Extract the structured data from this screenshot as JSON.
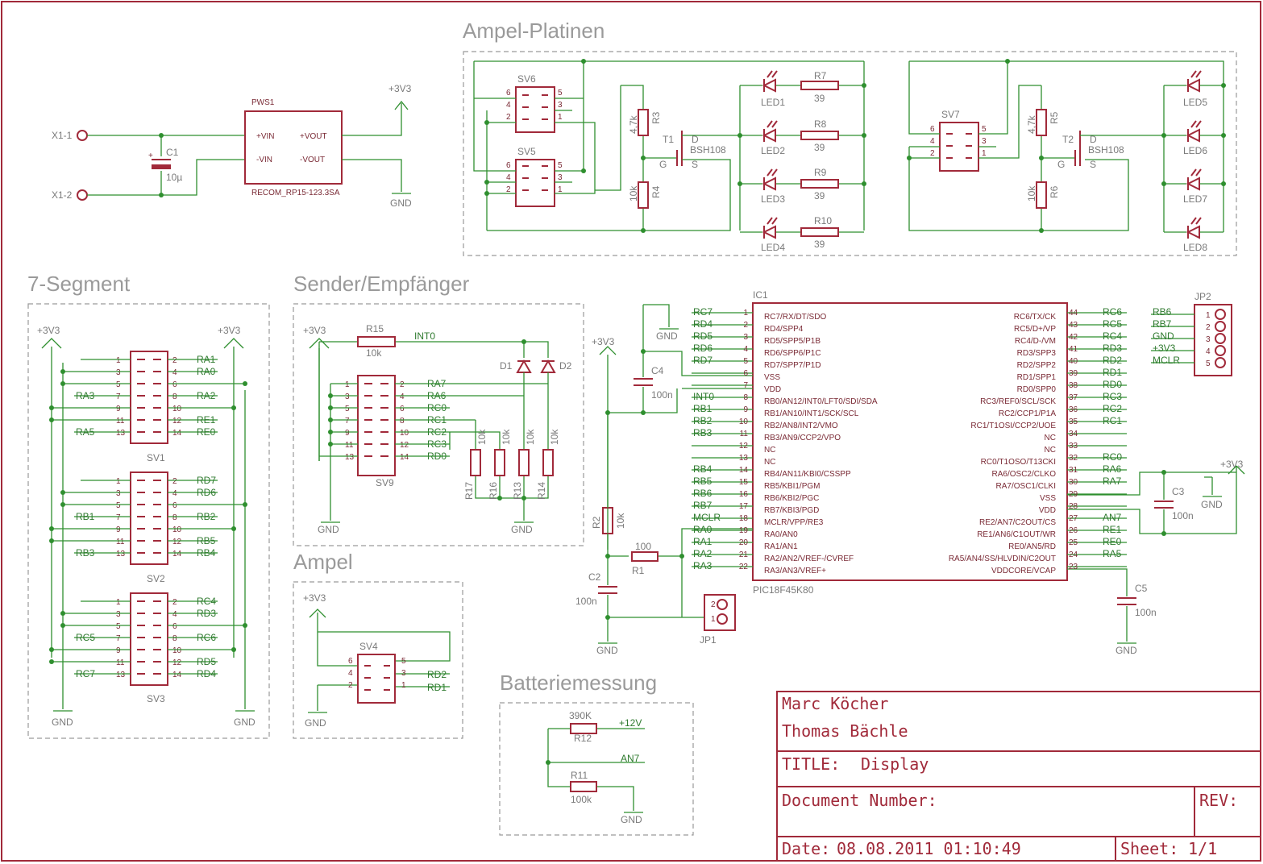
{
  "sections": {
    "ampel_platinen": "Ampel-Platinen",
    "seven_segment": "7-Segment",
    "sender_empfaenger": "Sender/Empfänger",
    "ampel": "Ampel",
    "batteriemessung": "Batteriemessung"
  },
  "power": {
    "x1_1": "X1-1",
    "x1_2": "X1-2",
    "c1": "C1",
    "c1_val": "10µ",
    "pws1": "PWS1",
    "vin_p": "+VIN",
    "vin_n": "-VIN",
    "vout_p": "+VOUT",
    "vout_n": "-VOUT",
    "pws1_part": "RECOM_RP15-123.3SA",
    "v33": "+3V3",
    "gnd": "GND"
  },
  "ampel_boards": {
    "sv6": "SV6",
    "sv5": "SV5",
    "sv7": "SV7",
    "r3": "R3",
    "r3_val": "4,7k",
    "r4": "R4",
    "r4_val": "10k",
    "r5": "R5",
    "r5_val": "4,7k",
    "r6": "R6",
    "r6_val": "10k",
    "t1": "T1",
    "t2": "T2",
    "bsh": "BSH108",
    "d": "D",
    "g": "G",
    "s": "S",
    "leds": [
      "LED1",
      "LED2",
      "LED3",
      "LED4",
      "LED5",
      "LED6",
      "LED7",
      "LED8"
    ],
    "resistors": [
      "R7",
      "R8",
      "R9",
      "R10"
    ],
    "r39": "39"
  },
  "seven_seg": {
    "v33": "+3V3",
    "gnd": "GND",
    "sv1": "SV1",
    "sv2": "SV2",
    "sv3": "SV3",
    "sv1_nets": [
      "RA1",
      "RA0",
      "RA3",
      "RA2",
      "RE1",
      "RA5",
      "RE0"
    ],
    "sv2_nets": [
      "RD7",
      "RD6",
      "RB1",
      "RB2",
      "RB5",
      "RB3",
      "RB4"
    ],
    "sv3_nets": [
      "RC4",
      "RD3",
      "RC5",
      "RC6",
      "RD5",
      "RC7",
      "RD4"
    ]
  },
  "sender": {
    "v33": "+3V3",
    "gnd": "GND",
    "r15": "R15",
    "r15_val": "10k",
    "int0": "INT0",
    "d1": "D1",
    "d2": "D2",
    "sv9": "SV9",
    "nets": [
      "RA7",
      "RA6",
      "RC0",
      "RC1",
      "RC2",
      "RC3",
      "RD0"
    ],
    "res": [
      "R17",
      "R16",
      "R13",
      "R14"
    ],
    "res_val": "10k"
  },
  "ampel": {
    "v33": "+3V3",
    "gnd": "GND",
    "sv4": "SV4",
    "rd2": "RD2",
    "rd1": "RD1"
  },
  "battery": {
    "r12_val": "390K",
    "r12": "R12",
    "v12": "+12V",
    "an7": "AN7",
    "r11": "R11",
    "r11_val": "100k",
    "gnd": "GND"
  },
  "mcu": {
    "ic1": "IC1",
    "part": "PIC18F45K80",
    "v33": "+3V3",
    "gnd": "GND",
    "c4": "C4",
    "c4_val": "100n",
    "c2": "C2",
    "c2_val": "100n",
    "c3": "C3",
    "c3_val": "100n",
    "c5": "C5",
    "c5_val": "100n",
    "r2": "R2",
    "r2_val": "10k",
    "r1": "R1",
    "r1_val": "100",
    "jp1": "JP1",
    "jp2": "JP2",
    "left_pins": [
      {
        "n": "1",
        "name": "RC7/RX/DT/SDO",
        "net": "RC7"
      },
      {
        "n": "2",
        "name": "RD4/SPP4",
        "net": "RD4"
      },
      {
        "n": "3",
        "name": "RD5/SPP5/P1B",
        "net": "RD5"
      },
      {
        "n": "4",
        "name": "RD6/SPP6/P1C",
        "net": "RD6"
      },
      {
        "n": "5",
        "name": "RD7/SPP7/P1D",
        "net": "RD7"
      },
      {
        "n": "6",
        "name": "VSS",
        "net": ""
      },
      {
        "n": "7",
        "name": "VDD",
        "net": ""
      },
      {
        "n": "8",
        "name": "RB0/AN12/INT0/LFT0/SDI/SDA",
        "net": "INT0"
      },
      {
        "n": "9",
        "name": "RB1/AN10/INT1/SCK/SCL",
        "net": "RB1"
      },
      {
        "n": "10",
        "name": "RB2/AN8/INT2/VMO",
        "net": "RB2"
      },
      {
        "n": "11",
        "name": "RB3/AN9/CCP2/VPO",
        "net": "RB3"
      },
      {
        "n": "12",
        "name": "NC",
        "net": ""
      },
      {
        "n": "13",
        "name": "NC",
        "net": ""
      },
      {
        "n": "14",
        "name": "RB4/AN11/KBI0/CSSPP",
        "net": "RB4"
      },
      {
        "n": "15",
        "name": "RB5/KBI1/PGM",
        "net": "RB5"
      },
      {
        "n": "16",
        "name": "RB6/KBI2/PGC",
        "net": "RB6"
      },
      {
        "n": "17",
        "name": "RB7/KBI3/PGD",
        "net": "RB7"
      },
      {
        "n": "18",
        "name": "MCLR/VPP/RE3",
        "net": "MCLR"
      },
      {
        "n": "19",
        "name": "RA0/AN0",
        "net": "RA0"
      },
      {
        "n": "20",
        "name": "RA1/AN1",
        "net": "RA1"
      },
      {
        "n": "21",
        "name": "RA2/AN2/VREF-/CVREF",
        "net": "RA2"
      },
      {
        "n": "22",
        "name": "RA3/AN3/VREF+",
        "net": "RA3"
      }
    ],
    "right_pins": [
      {
        "n": "44",
        "name": "RC6/TX/CK",
        "net": "RC6"
      },
      {
        "n": "43",
        "name": "RC5/D+/VP",
        "net": "RC5"
      },
      {
        "n": "42",
        "name": "RC4/D-/VM",
        "net": "RC4"
      },
      {
        "n": "41",
        "name": "RD3/SPP3",
        "net": "RD3"
      },
      {
        "n": "40",
        "name": "RD2/SPP2",
        "net": "RD2"
      },
      {
        "n": "39",
        "name": "RD1/SPP1",
        "net": "RD1"
      },
      {
        "n": "38",
        "name": "RD0/SPP0",
        "net": "RD0"
      },
      {
        "n": "37",
        "name": "RC3/REF0/SCL/SCK",
        "net": "RC3"
      },
      {
        "n": "36",
        "name": "RC2/CCP1/P1A",
        "net": "RC2"
      },
      {
        "n": "35",
        "name": "RC1/T1OSI/CCP2/UOE",
        "net": "RC1"
      },
      {
        "n": "34",
        "name": "NC",
        "net": ""
      },
      {
        "n": "33",
        "name": "NC",
        "net": ""
      },
      {
        "n": "32",
        "name": "RC0/T1OSO/T13CKI",
        "net": "RC0"
      },
      {
        "n": "31",
        "name": "RA6/OSC2/CLKO",
        "net": "RA6"
      },
      {
        "n": "30",
        "name": "RA7/OSC1/CLKI",
        "net": "RA7"
      },
      {
        "n": "29",
        "name": "VSS",
        "net": ""
      },
      {
        "n": "28",
        "name": "VDD",
        "net": ""
      },
      {
        "n": "27",
        "name": "RE2/AN7/C2OUT/CS",
        "net": "AN7"
      },
      {
        "n": "26",
        "name": "RE1/AN6/C1OUT/WR",
        "net": "RE1"
      },
      {
        "n": "25",
        "name": "RE0/AN5/RD",
        "net": "RE0"
      },
      {
        "n": "24",
        "name": "RA5/AN4/SS/HLVDIN/C2OUT",
        "net": "RA5"
      },
      {
        "n": "23",
        "name": "VDDCORE/VCAP",
        "net": ""
      }
    ],
    "jp2_nets": [
      "RB6",
      "RB7",
      "GND",
      "+3V3",
      "MCLR"
    ]
  },
  "title_block": {
    "author1": "Marc Köcher",
    "author2": "Thomas Bächle",
    "title_label": "TITLE:",
    "title": "Display",
    "doc_label": "Document Number:",
    "rev_label": "REV:",
    "date_label": "Date:",
    "date": "08.08.2011 01:10:49",
    "sheet_label": "Sheet:",
    "sheet": "1/1"
  },
  "colors": {
    "wire": "#2f8f2f",
    "part": "#a12a3a",
    "label": "#7a7a7a",
    "section": "#9a9a9a"
  }
}
